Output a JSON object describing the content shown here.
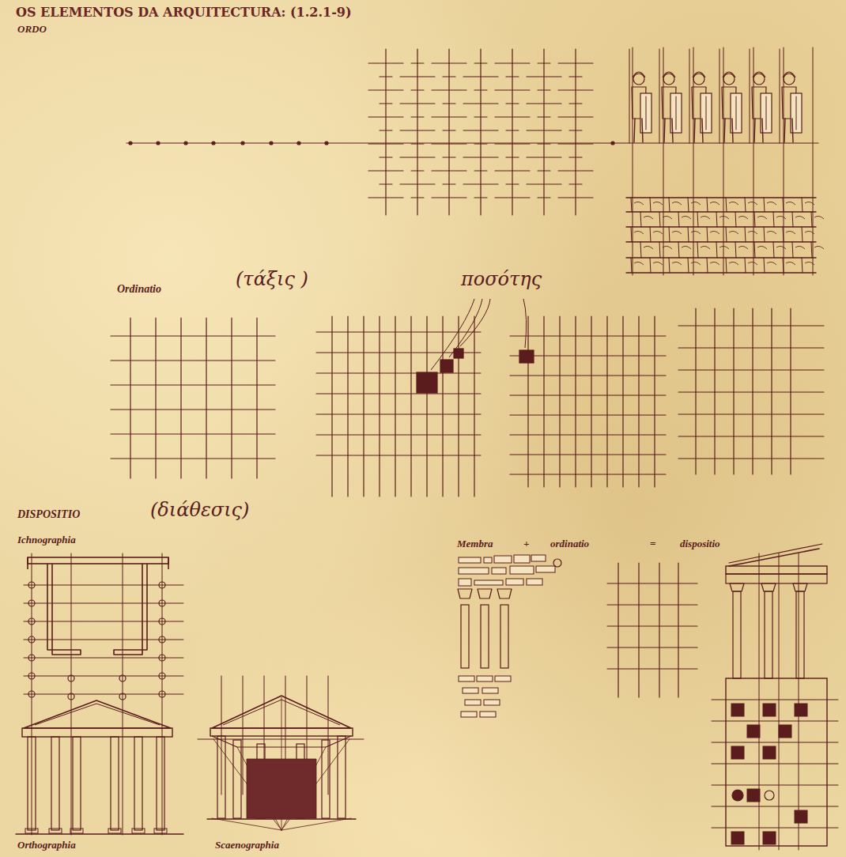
{
  "diagram": {
    "title": "OS ELEMENTOS DA ARQUITECTURA: (1.2.1-9)",
    "labels": [
      "ORDO",
      "Ordinatio",
      "(τάξις )",
      "ποσότης",
      "DISPOSITIO",
      "(διάθεσις)",
      "Ichnographia",
      "Membra",
      "+",
      "ordinatio",
      "=",
      "dispositio",
      "Orthographia",
      "Scaenographia"
    ]
  }
}
